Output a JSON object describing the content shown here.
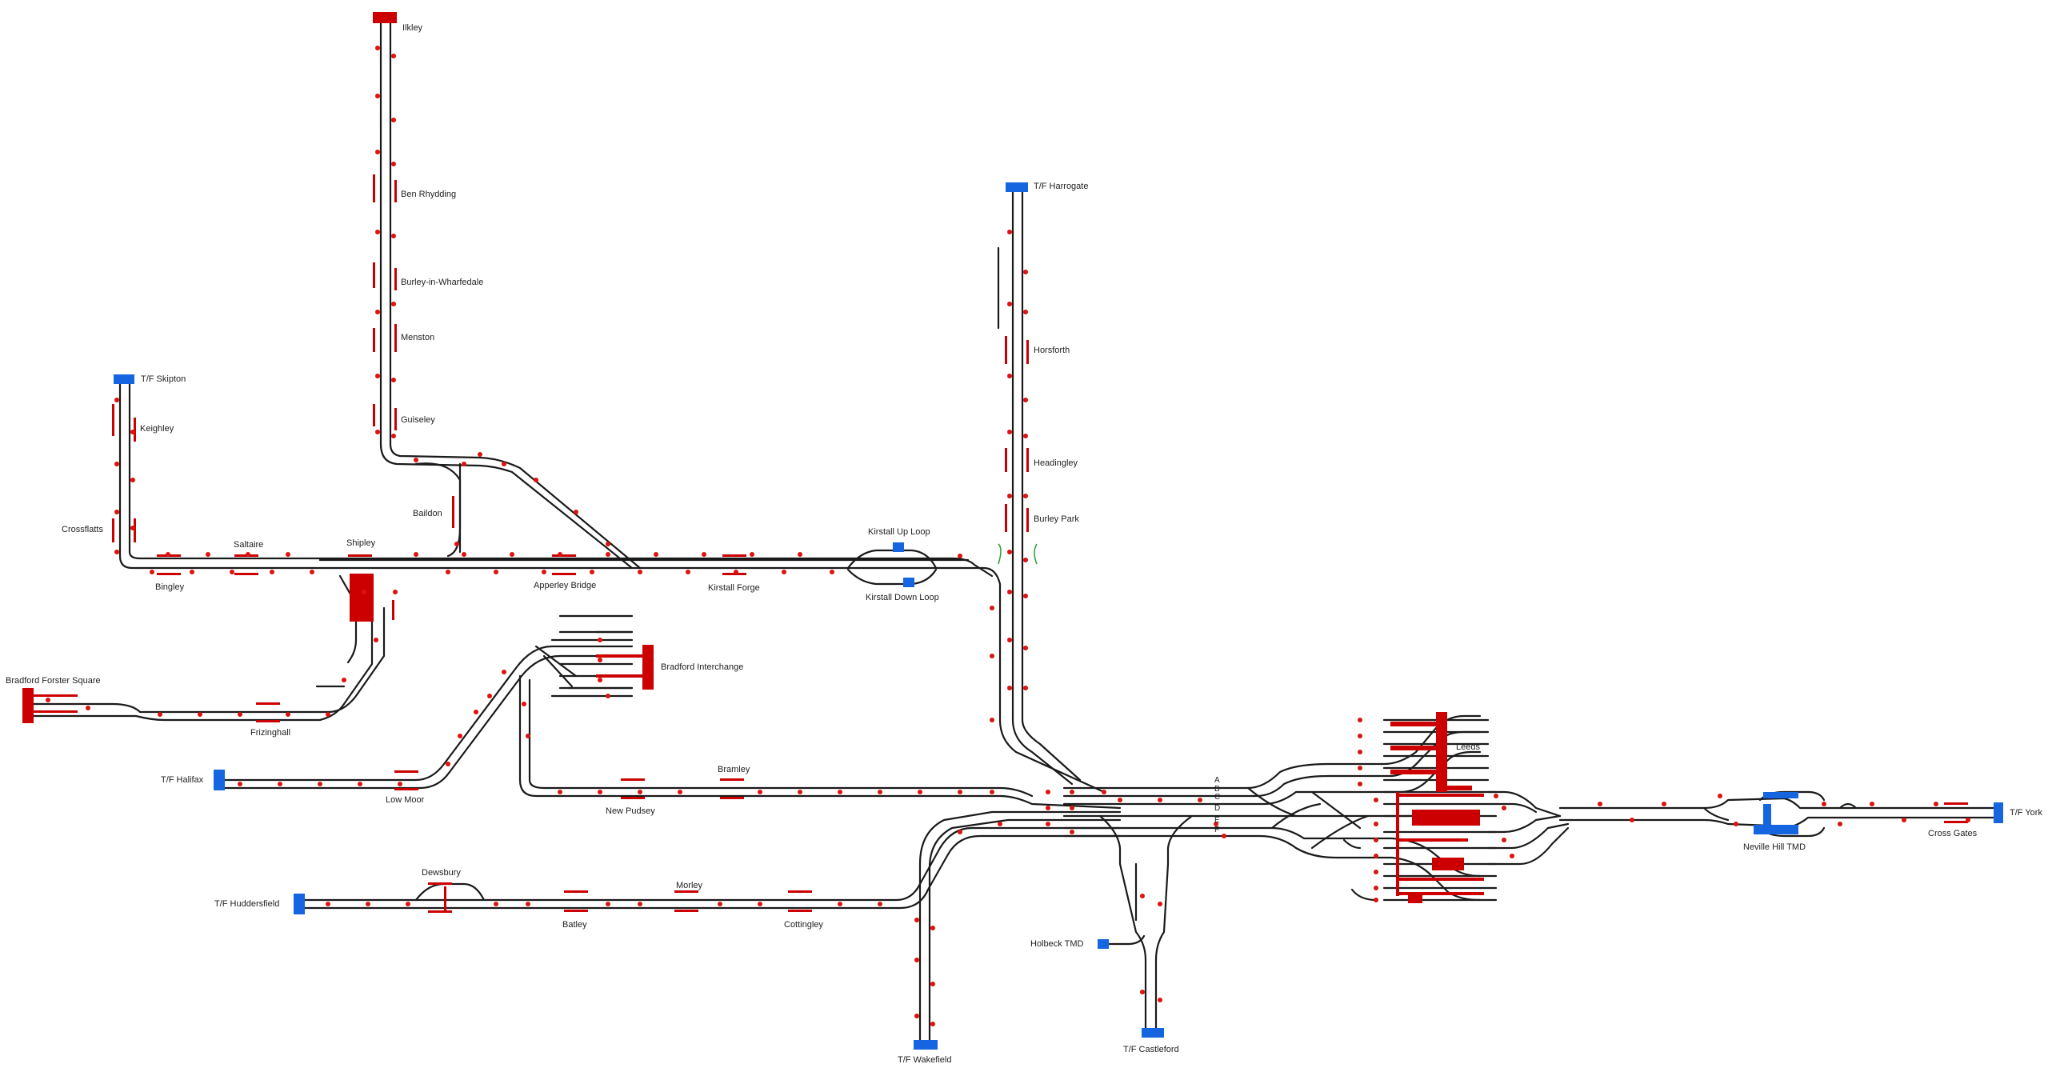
{
  "colors": {
    "track": "#1a1a1a",
    "platform": "#cc0000",
    "signal": "#dd1111",
    "fringe": "#1565e0",
    "marker": "#2a9d2a",
    "background": "#ffffff"
  },
  "labels": {
    "ilkley": "Ilkley",
    "ben_rhydding": "Ben Rhydding",
    "burley_in_wharfedale": "Burley-in-Wharfedale",
    "menston": "Menston",
    "guiseley": "Guiseley",
    "baildon": "Baildon",
    "shipley": "Shipley",
    "saltaire": "Saltaire",
    "bingley": "Bingley",
    "crossflatts": "Crossflatts",
    "keighley": "Keighley",
    "tf_skipton": "T/F Skipton",
    "apperley_bridge": "Apperley Bridge",
    "kirstall_forge": "Kirstall Forge",
    "kirstall_up_loop": "Kirstall Up Loop",
    "kirstall_down_loop": "Kirstall Down Loop",
    "tf_harrogate": "T/F Harrogate",
    "horsforth": "Horsforth",
    "headingley": "Headingley",
    "burley_park": "Burley Park",
    "bradford_forster_square": "Bradford Forster Square",
    "frizinghall": "Frizinghall",
    "bradford_interchange": "Bradford Interchange",
    "tf_halifax": "T/F Halifax",
    "low_moor": "Low Moor",
    "new_pudsey": "New Pudsey",
    "bramley": "Bramley",
    "leeds": "Leeds",
    "tf_huddersfield": "T/F Huddersfield",
    "dewsbury": "Dewsbury",
    "batley": "Batley",
    "morley": "Morley",
    "cottingley": "Cottingley",
    "holbeck_tmd": "Holbeck TMD",
    "tf_wakefield": "T/F Wakefield",
    "tf_castleford": "T/F Castleford",
    "neville_hill_tmd": "Neville Hill TMD",
    "cross_gates": "Cross Gates",
    "tf_york": "T/F York"
  },
  "line_letters": [
    "A",
    "B",
    "C",
    "D",
    "E",
    "F"
  ]
}
